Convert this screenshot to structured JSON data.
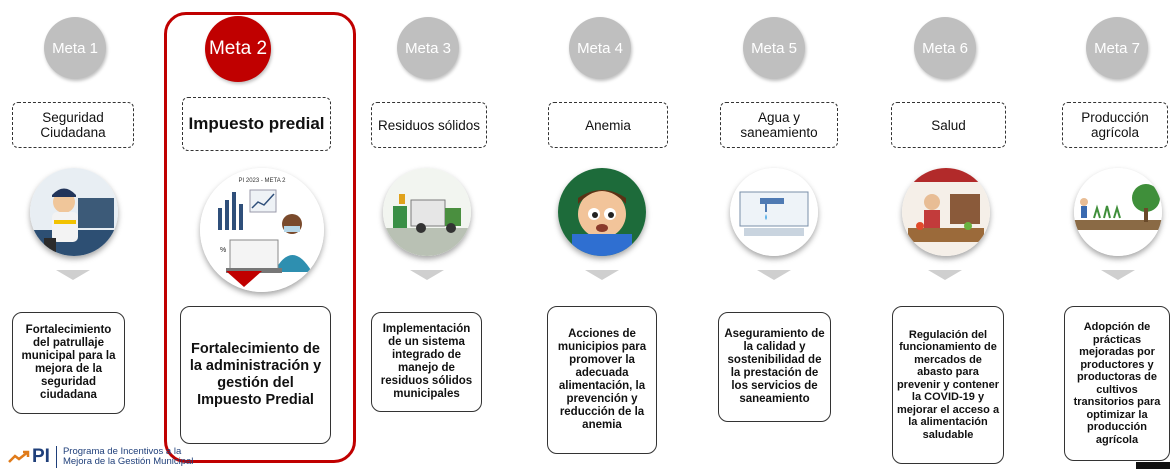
{
  "metas": [
    {
      "label": "Meta 1",
      "tag": "Seguridad Ciudadana",
      "icon": "police-officer-icon",
      "description": "Fortalecimiento del patrullaje municipal para la mejora de la seguridad ciudadana"
    },
    {
      "label": "Meta 2",
      "tag": "Impuesto predial",
      "icon": "tax-analysis-icon",
      "description": "Fortalecimiento de la administración y gestión del Impuesto Predial",
      "badge": "PI 2023 - META 2"
    },
    {
      "label": "Meta 3",
      "tag": "Residuos sólidos",
      "icon": "garbage-truck-icon",
      "description": "Implementación de un sistema integrado de manejo de residuos sólidos municipales"
    },
    {
      "label": "Meta 4",
      "tag": "Anemia",
      "icon": "child-eating-icon",
      "description": "Acciones de municipios para promover la adecuada alimentación, la prevención y reducción de la anemia"
    },
    {
      "label": "Meta 5",
      "tag": "Agua y saneamiento",
      "icon": "water-tap-icon",
      "description": "Aseguramiento de la calidad y sostenibilidad de la prestación de los servicios de saneamiento"
    },
    {
      "label": "Meta 6",
      "tag": "Salud",
      "icon": "market-stall-icon",
      "description": "Regulación del funcionamiento de mercados de abasto para prevenir y contener la COVID-19 y mejorar el acceso a la alimentación saludable"
    },
    {
      "label": "Meta 7",
      "tag": "Producción agrícola",
      "icon": "farmer-field-icon",
      "description": "Adopción de prácticas mejoradas por productores y productoras de cultivos transitorios para optimizar la producción agrícola"
    }
  ],
  "footer": {
    "logo": "PI",
    "line1": "Programa de Incentivos a la",
    "line2": "Mejora de la Gestión Municipal"
  },
  "colors": {
    "highlight": "#c00000",
    "inactive_circle": "#bfbfbf",
    "arrow": "#cfcfcf",
    "brand_blue": "#1f3f7a"
  }
}
